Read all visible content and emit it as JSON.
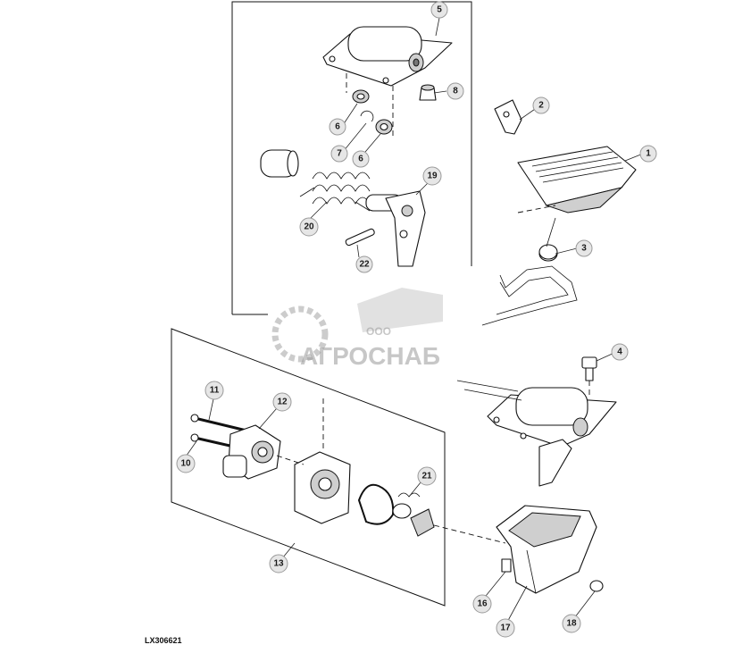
{
  "figure_id": "LX306621",
  "watermark": {
    "small_text": "ООО",
    "brand_text": "АГРОСНАБ"
  },
  "callouts": {
    "c1": "1",
    "c2": "2",
    "c3": "3",
    "c4": "4",
    "c5": "5",
    "c6a": "6",
    "c6b": "6",
    "c7": "7",
    "c8": "8",
    "c10": "10",
    "c11": "11",
    "c12": "12",
    "c13": "13",
    "c16": "16",
    "c17": "17",
    "c18": "18",
    "c19": "19",
    "c20": "20",
    "c21": "21",
    "c22": "22"
  }
}
